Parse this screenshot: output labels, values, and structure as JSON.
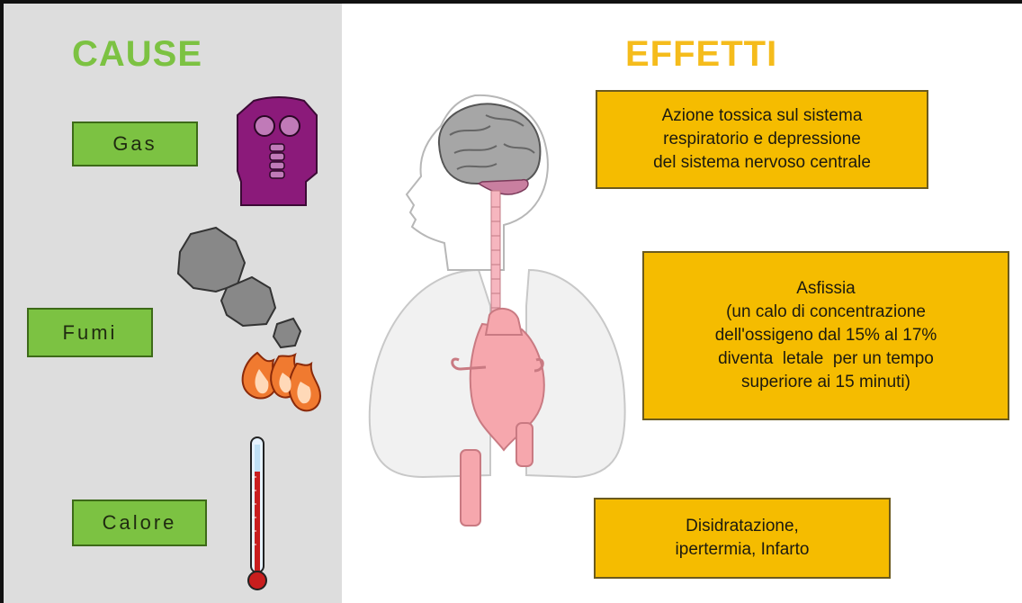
{
  "causes": {
    "title": "CAUSE",
    "items": [
      {
        "label": "Gas",
        "icon": "gas-mask-icon"
      },
      {
        "label": "Fumi",
        "icon": "smoke-fire-icon"
      },
      {
        "label": "Calore",
        "icon": "thermometer-icon"
      }
    ]
  },
  "effects": {
    "title": "EFFETTI",
    "items": [
      {
        "lines": [
          "Azione tossica sul sistema",
          "respiratorio e depressione",
          "del sistema nervoso centrale"
        ]
      },
      {
        "lines": [
          "Asfissia",
          "(un calo di concentrazione",
          "dell'ossigeno dal 15% al 17%",
          "diventa  letale  per un tempo",
          "superiore ai 15 minuti)"
        ]
      },
      {
        "lines": [
          "Disidratazione,",
          "ipertermia, Infarto"
        ]
      }
    ]
  },
  "colors": {
    "cause_green": "#7cc242",
    "effect_orange": "#f5bc00",
    "effect_title": "#f5bc1c",
    "left_panel_bg": "#dddddd",
    "mask_purple": "#8b1a7a"
  },
  "anatomy_icon": "human-anatomy-icon"
}
